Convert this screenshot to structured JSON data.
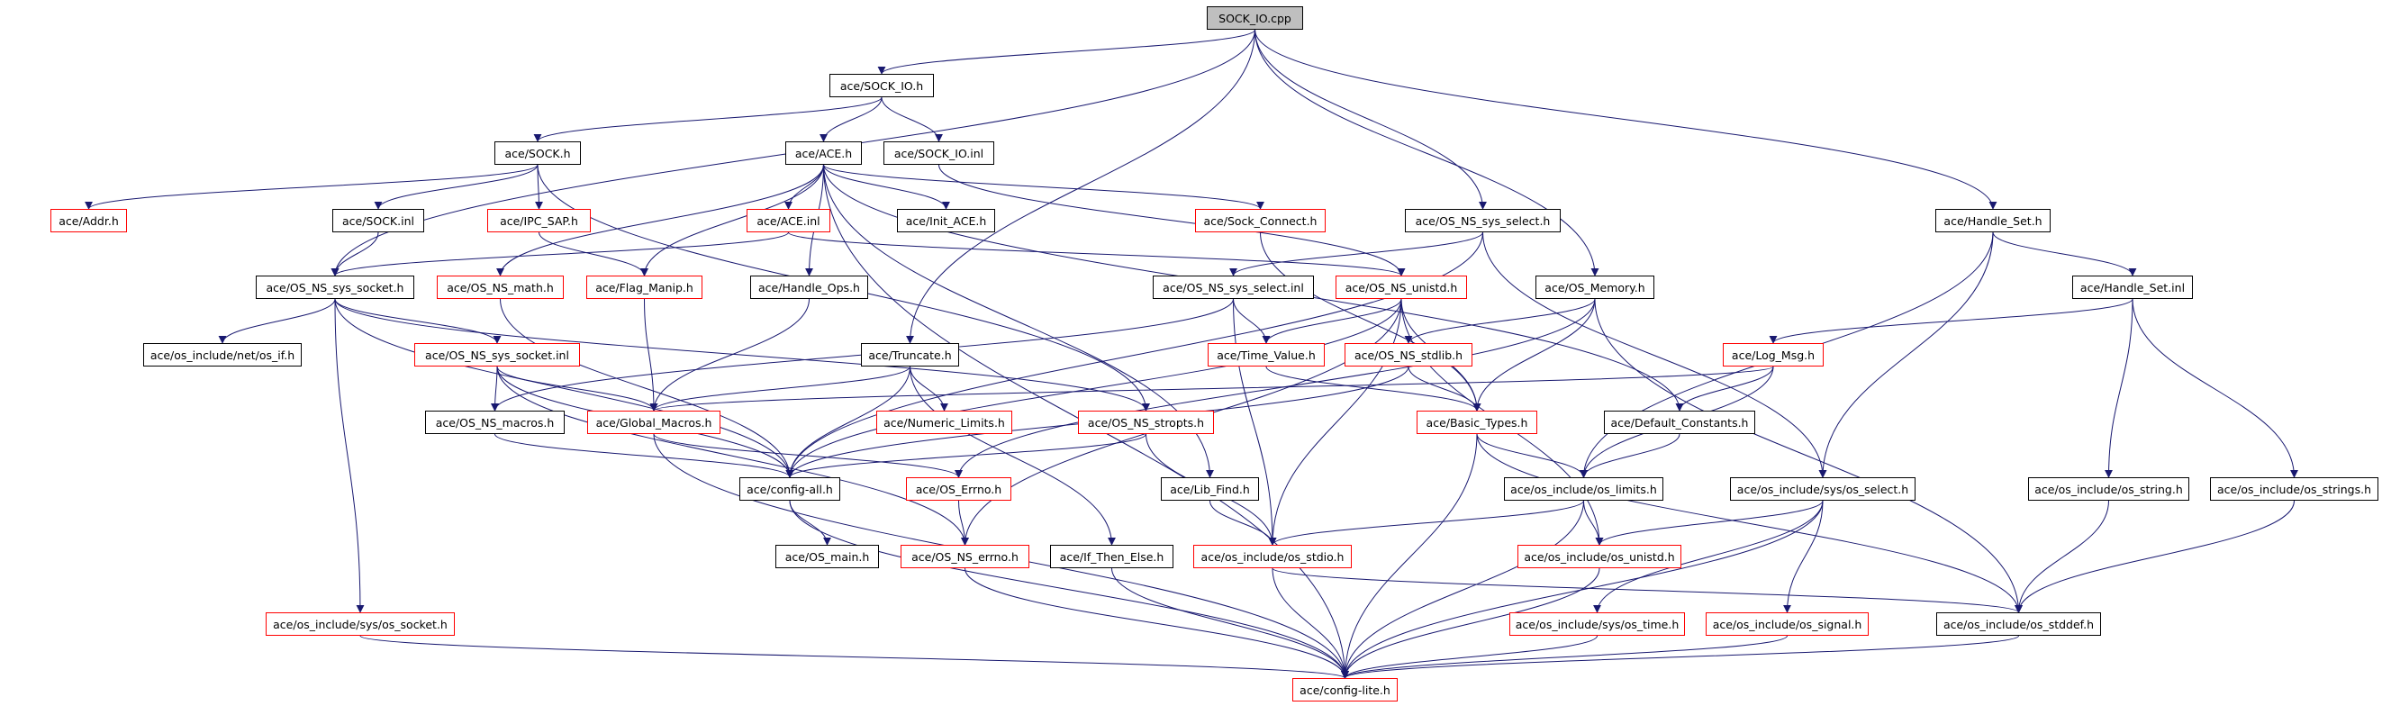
{
  "diagram": {
    "title": "SOCK_IO.cpp include dependency graph",
    "colors": {
      "edge": "#191970",
      "highlight_border": "#ff0000",
      "normal_border": "#000000",
      "root_fill": "#bfbfbf"
    },
    "nodes": [
      {
        "id": "root",
        "label": "SOCK_IO.cpp",
        "style": "root"
      },
      {
        "id": "sock_io_h",
        "label": "ace/SOCK_IO.h",
        "style": "normal"
      },
      {
        "id": "sock_h",
        "label": "ace/SOCK.h",
        "style": "normal"
      },
      {
        "id": "ace_h",
        "label": "ace/ACE.h",
        "style": "normal"
      },
      {
        "id": "sock_io_inl",
        "label": "ace/SOCK_IO.inl",
        "style": "normal"
      },
      {
        "id": "addr_h",
        "label": "ace/Addr.h",
        "style": "red"
      },
      {
        "id": "sock_inl",
        "label": "ace/SOCK.inl",
        "style": "normal"
      },
      {
        "id": "ipc_sap_h",
        "label": "ace/IPC_SAP.h",
        "style": "red"
      },
      {
        "id": "ace_inl",
        "label": "ace/ACE.inl",
        "style": "red"
      },
      {
        "id": "init_ace_h",
        "label": "ace/Init_ACE.h",
        "style": "normal"
      },
      {
        "id": "sock_connect_h",
        "label": "ace/Sock_Connect.h",
        "style": "red"
      },
      {
        "id": "os_ns_sys_select_h",
        "label": "ace/OS_NS_sys_select.h",
        "style": "normal"
      },
      {
        "id": "handle_set_h",
        "label": "ace/Handle_Set.h",
        "style": "normal"
      },
      {
        "id": "os_ns_sys_socket_h",
        "label": "ace/OS_NS_sys_socket.h",
        "style": "normal"
      },
      {
        "id": "os_ns_math_h",
        "label": "ace/OS_NS_math.h",
        "style": "red"
      },
      {
        "id": "flag_manip_h",
        "label": "ace/Flag_Manip.h",
        "style": "red"
      },
      {
        "id": "handle_ops_h",
        "label": "ace/Handle_Ops.h",
        "style": "normal"
      },
      {
        "id": "os_ns_sys_select_inl",
        "label": "ace/OS_NS_sys_select.inl",
        "style": "normal"
      },
      {
        "id": "os_ns_unistd_h",
        "label": "ace/OS_NS_unistd.h",
        "style": "red"
      },
      {
        "id": "os_memory_h",
        "label": "ace/OS_Memory.h",
        "style": "normal"
      },
      {
        "id": "handle_set_inl",
        "label": "ace/Handle_Set.inl",
        "style": "normal"
      },
      {
        "id": "os_if_h",
        "label": "ace/os_include/net/os_if.h",
        "style": "normal"
      },
      {
        "id": "os_ns_sys_socket_inl",
        "label": "ace/OS_NS_sys_socket.inl",
        "style": "red"
      },
      {
        "id": "truncate_h",
        "label": "ace/Truncate.h",
        "style": "normal"
      },
      {
        "id": "time_value_h",
        "label": "ace/Time_Value.h",
        "style": "red"
      },
      {
        "id": "os_ns_stdlib_h",
        "label": "ace/OS_NS_stdlib.h",
        "style": "red"
      },
      {
        "id": "log_msg_h",
        "label": "ace/Log_Msg.h",
        "style": "red"
      },
      {
        "id": "os_ns_macros_h",
        "label": "ace/OS_NS_macros.h",
        "style": "normal"
      },
      {
        "id": "global_macros_h",
        "label": "ace/Global_Macros.h",
        "style": "red"
      },
      {
        "id": "numeric_limits_h",
        "label": "ace/Numeric_Limits.h",
        "style": "red"
      },
      {
        "id": "os_ns_stropts_h",
        "label": "ace/OS_NS_stropts.h",
        "style": "red"
      },
      {
        "id": "basic_types_h",
        "label": "ace/Basic_Types.h",
        "style": "red"
      },
      {
        "id": "default_constants_h",
        "label": "ace/Default_Constants.h",
        "style": "normal"
      },
      {
        "id": "config_all_h",
        "label": "ace/config-all.h",
        "style": "normal"
      },
      {
        "id": "os_errno_h",
        "label": "ace/OS_Errno.h",
        "style": "red"
      },
      {
        "id": "lib_find_h",
        "label": "ace/Lib_Find.h",
        "style": "normal"
      },
      {
        "id": "os_limits_h",
        "label": "ace/os_include/os_limits.h",
        "style": "normal"
      },
      {
        "id": "sys_os_select_h",
        "label": "ace/os_include/sys/os_select.h",
        "style": "normal"
      },
      {
        "id": "os_string_h",
        "label": "ace/os_include/os_string.h",
        "style": "normal"
      },
      {
        "id": "os_strings_h",
        "label": "ace/os_include/os_strings.h",
        "style": "normal"
      },
      {
        "id": "os_main_h",
        "label": "ace/OS_main.h",
        "style": "normal"
      },
      {
        "id": "os_ns_errno_h",
        "label": "ace/OS_NS_errno.h",
        "style": "red"
      },
      {
        "id": "if_then_else_h",
        "label": "ace/If_Then_Else.h",
        "style": "normal"
      },
      {
        "id": "os_stdio_h",
        "label": "ace/os_include/os_stdio.h",
        "style": "red"
      },
      {
        "id": "os_unistd_h",
        "label": "ace/os_include/os_unistd.h",
        "style": "red"
      },
      {
        "id": "sys_os_socket_h",
        "label": "ace/os_include/sys/os_socket.h",
        "style": "red"
      },
      {
        "id": "sys_os_time_h",
        "label": "ace/os_include/sys/os_time.h",
        "style": "red"
      },
      {
        "id": "os_signal_h",
        "label": "ace/os_include/os_signal.h",
        "style": "red"
      },
      {
        "id": "os_stddef_h",
        "label": "ace/os_include/os_stddef.h",
        "style": "normal"
      },
      {
        "id": "config_lite_h",
        "label": "ace/config-lite.h",
        "style": "red"
      }
    ],
    "edges": [
      [
        "root",
        "sock_io_h"
      ],
      [
        "root",
        "os_ns_sys_socket_h"
      ],
      [
        "root",
        "truncate_h"
      ],
      [
        "root",
        "os_ns_sys_select_h"
      ],
      [
        "root",
        "os_memory_h"
      ],
      [
        "root",
        "handle_set_h"
      ],
      [
        "sock_io_h",
        "sock_h"
      ],
      [
        "sock_io_h",
        "ace_h"
      ],
      [
        "sock_io_h",
        "sock_io_inl"
      ],
      [
        "sock_h",
        "addr_h"
      ],
      [
        "sock_h",
        "sock_inl"
      ],
      [
        "sock_h",
        "ipc_sap_h"
      ],
      [
        "sock_h",
        "os_ns_stropts_h"
      ],
      [
        "ace_h",
        "ace_inl"
      ],
      [
        "ace_h",
        "init_ace_h"
      ],
      [
        "ace_h",
        "sock_connect_h"
      ],
      [
        "ace_h",
        "flag_manip_h"
      ],
      [
        "ace_h",
        "os_ns_math_h"
      ],
      [
        "ace_h",
        "handle_ops_h"
      ],
      [
        "ace_h",
        "lib_find_h"
      ],
      [
        "ace_h",
        "default_constants_h"
      ],
      [
        "ace_h",
        "config_lite_h"
      ],
      [
        "sock_io_inl",
        "os_ns_unistd_h"
      ],
      [
        "sock_inl",
        "os_ns_sys_socket_h"
      ],
      [
        "ipc_sap_h",
        "flag_manip_h"
      ],
      [
        "ace_inl",
        "os_ns_sys_socket_h"
      ],
      [
        "ace_inl",
        "os_ns_unistd_h"
      ],
      [
        "sock_connect_h",
        "basic_types_h"
      ],
      [
        "os_ns_sys_select_h",
        "os_ns_sys_select_inl"
      ],
      [
        "os_ns_sys_select_h",
        "config_all_h"
      ],
      [
        "os_ns_sys_select_h",
        "sys_os_select_h"
      ],
      [
        "handle_set_h",
        "handle_set_inl"
      ],
      [
        "handle_set_h",
        "os_limits_h"
      ],
      [
        "handle_set_h",
        "sys_os_select_h"
      ],
      [
        "os_ns_sys_socket_h",
        "os_if_h"
      ],
      [
        "os_ns_sys_socket_h",
        "os_ns_sys_socket_inl"
      ],
      [
        "os_ns_sys_socket_h",
        "config_all_h"
      ],
      [
        "os_ns_sys_socket_h",
        "sys_os_socket_h"
      ],
      [
        "os_ns_sys_socket_h",
        "os_ns_stropts_h"
      ],
      [
        "os_ns_math_h",
        "config_all_h"
      ],
      [
        "flag_manip_h",
        "global_macros_h"
      ],
      [
        "handle_ops_h",
        "global_macros_h"
      ],
      [
        "os_ns_sys_select_inl",
        "time_value_h"
      ],
      [
        "os_ns_sys_select_inl",
        "os_ns_macros_h"
      ],
      [
        "os_ns_sys_select_inl",
        "os_stdio_h"
      ],
      [
        "os_ns_unistd_h",
        "time_value_h"
      ],
      [
        "os_ns_unistd_h",
        "basic_types_h"
      ],
      [
        "os_ns_unistd_h",
        "config_all_h"
      ],
      [
        "os_ns_unistd_h",
        "os_unistd_h"
      ],
      [
        "os_ns_unistd_h",
        "os_ns_errno_h"
      ],
      [
        "os_ns_unistd_h",
        "os_stdio_h"
      ],
      [
        "os_memory_h",
        "os_ns_stdlib_h"
      ],
      [
        "os_memory_h",
        "basic_types_h"
      ],
      [
        "os_memory_h",
        "os_errno_h"
      ],
      [
        "os_memory_h",
        "os_stddef_h"
      ],
      [
        "handle_set_inl",
        "log_msg_h"
      ],
      [
        "handle_set_inl",
        "os_string_h"
      ],
      [
        "handle_set_inl",
        "os_strings_h"
      ],
      [
        "os_ns_sys_socket_inl",
        "os_ns_macros_h"
      ],
      [
        "os_ns_sys_socket_inl",
        "global_macros_h"
      ],
      [
        "os_ns_sys_socket_inl",
        "config_all_h"
      ],
      [
        "os_ns_sys_socket_inl",
        "os_ns_errno_h"
      ],
      [
        "truncate_h",
        "global_macros_h"
      ],
      [
        "truncate_h",
        "numeric_limits_h"
      ],
      [
        "truncate_h",
        "config_all_h"
      ],
      [
        "truncate_h",
        "if_then_else_h"
      ],
      [
        "time_value_h",
        "basic_types_h"
      ],
      [
        "os_ns_stdlib_h",
        "basic_types_h"
      ],
      [
        "os_ns_stdlib_h",
        "config_all_h"
      ],
      [
        "log_msg_h",
        "default_constants_h"
      ],
      [
        "log_msg_h",
        "os_limits_h"
      ],
      [
        "log_msg_h",
        "global_macros_h"
      ],
      [
        "os_ns_macros_h",
        "config_all_h"
      ],
      [
        "global_macros_h",
        "os_errno_h"
      ],
      [
        "global_macros_h",
        "config_lite_h"
      ],
      [
        "os_ns_stropts_h",
        "config_all_h"
      ],
      [
        "os_ns_stropts_h",
        "os_stdio_h"
      ],
      [
        "basic_types_h",
        "os_limits_h"
      ],
      [
        "basic_types_h",
        "os_stddef_h"
      ],
      [
        "basic_types_h",
        "config_lite_h"
      ],
      [
        "default_constants_h",
        "os_limits_h"
      ],
      [
        "config_all_h",
        "os_main_h"
      ],
      [
        "config_all_h",
        "config_lite_h"
      ],
      [
        "os_errno_h",
        "os_ns_errno_h"
      ],
      [
        "lib_find_h",
        "os_stdio_h"
      ],
      [
        "os_limits_h",
        "os_unistd_h"
      ],
      [
        "os_limits_h",
        "os_stdio_h"
      ],
      [
        "os_limits_h",
        "config_lite_h"
      ],
      [
        "sys_os_select_h",
        "os_unistd_h"
      ],
      [
        "sys_os_select_h",
        "sys_os_time_h"
      ],
      [
        "sys_os_select_h",
        "os_signal_h"
      ],
      [
        "sys_os_select_h",
        "config_lite_h"
      ],
      [
        "os_string_h",
        "os_stddef_h"
      ],
      [
        "os_strings_h",
        "os_stddef_h"
      ],
      [
        "os_ns_errno_h",
        "config_lite_h"
      ],
      [
        "if_then_else_h",
        "config_lite_h"
      ],
      [
        "os_stdio_h",
        "config_lite_h"
      ],
      [
        "os_stdio_h",
        "os_stddef_h"
      ],
      [
        "os_unistd_h",
        "config_lite_h"
      ],
      [
        "sys_os_socket_h",
        "config_lite_h"
      ],
      [
        "sys_os_time_h",
        "config_lite_h"
      ],
      [
        "os_signal_h",
        "config_lite_h"
      ],
      [
        "os_stddef_h",
        "config_lite_h"
      ]
    ]
  }
}
